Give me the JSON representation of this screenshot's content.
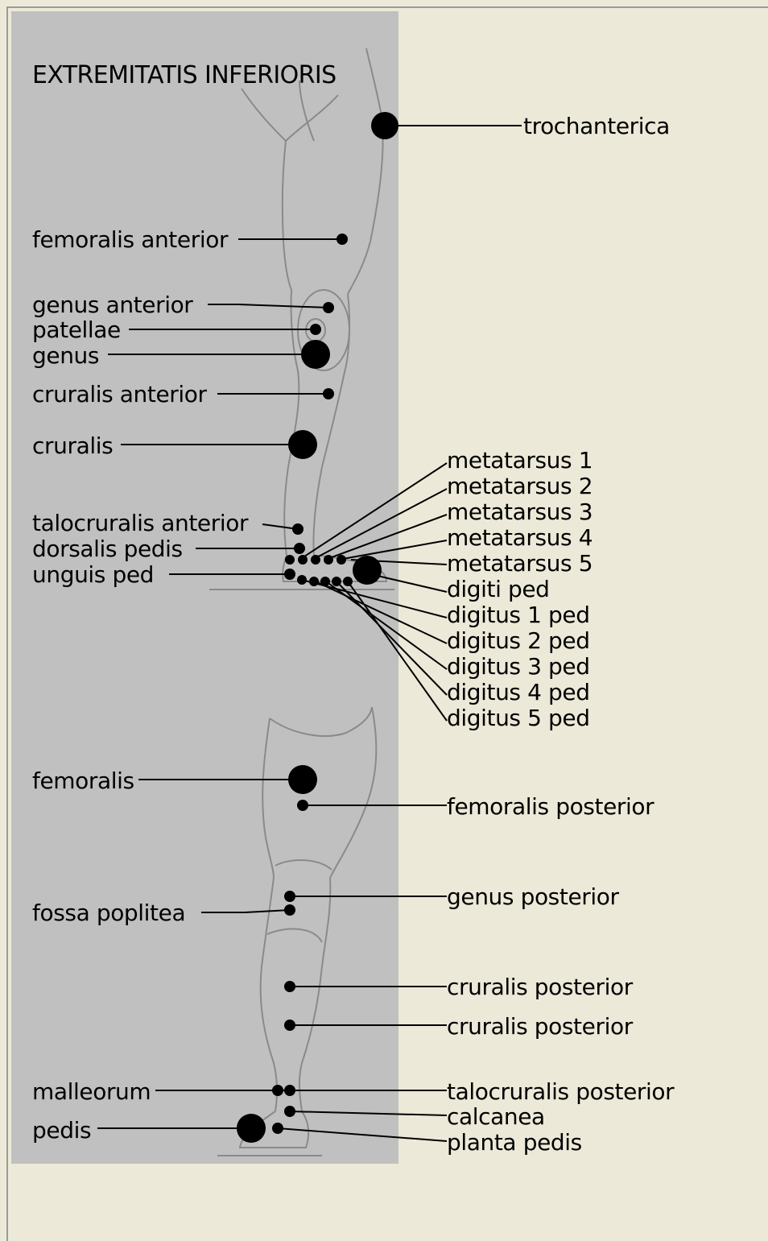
{
  "title": "EXTREMITATIS INFERIORIS",
  "labels": {
    "trochanterica": "trochanterica",
    "femoralis_anterior": "femoralis anterior",
    "genus_anterior": "genus anterior",
    "patellae": "patellae",
    "genus": "genus",
    "cruralis_anterior": "cruralis anterior",
    "cruralis": "cruralis",
    "talocruralis_anterior": "talocruralis anterior",
    "dorsalis_pedis": "dorsalis pedis",
    "unguis_ped": "unguis ped",
    "metatarsus_1": "metatarsus 1",
    "metatarsus_2": "metatarsus 2",
    "metatarsus_3": "metatarsus 3",
    "metatarsus_4": "metatarsus 4",
    "metatarsus_5": "metatarsus 5",
    "digiti_ped": "digiti ped",
    "digitus_1_ped": "digitus 1 ped",
    "digitus_2_ped": "digitus 2 ped",
    "digitus_3_ped": "digitus 3 ped",
    "digitus_4_ped": "digitus 4 ped",
    "digitus_5_ped": "digitus 5 ped",
    "femoralis": "femoralis",
    "femoralis_posterior": "femoralis posterior",
    "fossa_poplitea": "fossa poplitea",
    "genus_posterior": "genus posterior",
    "cruralis_posterior_1": "cruralis posterior",
    "cruralis_posterior_2": "cruralis posterior",
    "malleorum": "malleorum",
    "talocruralis_posterior": "talocruralis posterior",
    "pedis": "pedis",
    "calcanea": "calcanea",
    "planta_pedis": "planta pedis"
  },
  "colors": {
    "window_bg": "#ece9d8",
    "panel_bg": "#c0c0c0",
    "leg_outline": "#8a8a8a",
    "marker": "#000000"
  }
}
